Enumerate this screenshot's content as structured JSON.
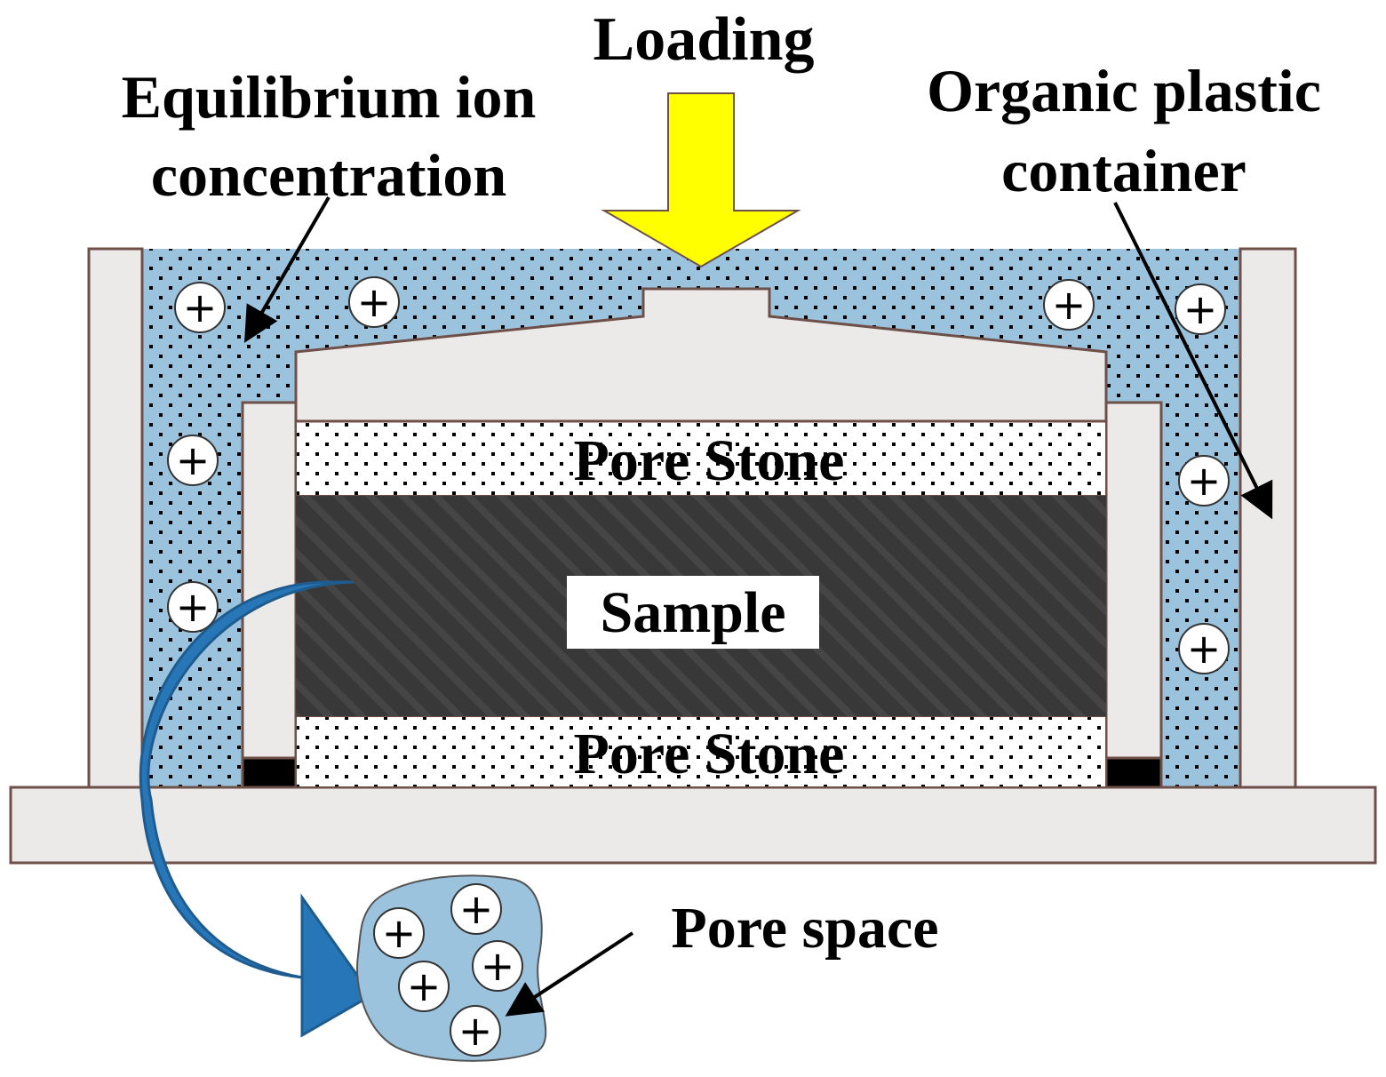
{
  "labels": {
    "loading": "Loading",
    "equilibrium_line1": "Equilibrium ion",
    "equilibrium_line2": "concentration",
    "organic_line1": "Organic plastic",
    "organic_line2": "container",
    "pore_stone_top": "Pore Stone",
    "sample": "Sample",
    "pore_stone_bottom": "Pore Stone",
    "pore_space": "Pore space"
  },
  "ion_symbol": "+",
  "colors": {
    "solution": "#9cc3dd",
    "container": "#ece9e9",
    "container_stroke": "#6e5049",
    "sample": "#383838",
    "loading_arrow": "#ffff00",
    "flow_arrow": "#2777b8",
    "seal": "#000000"
  }
}
